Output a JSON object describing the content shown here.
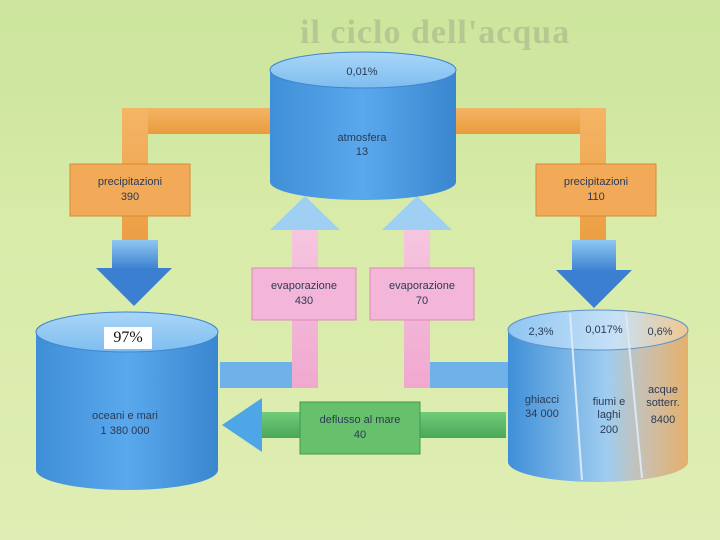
{
  "page_title": "il ciclo dell'acqua",
  "atmosphere": {
    "percent": "0,01%",
    "name": "atmosfera",
    "value": "13"
  },
  "oceans": {
    "percent": "97%",
    "name": "oceani e mari",
    "value": "1 380 000"
  },
  "land": {
    "ice": {
      "percent": "2,3%",
      "name": "ghiacci",
      "value": "34 000"
    },
    "rivers": {
      "percent": "0,017%",
      "name": "fiumi e laghi",
      "value": "200"
    },
    "groundwater": {
      "percent": "0,6%",
      "name": "acque sotterr.",
      "value": "8400"
    }
  },
  "flows": {
    "precip_ocean": {
      "name": "precipitazioni",
      "value": "390"
    },
    "precip_land": {
      "name": "precipitazioni",
      "value": "110"
    },
    "evap_ocean": {
      "name": "evaporazione",
      "value": "430"
    },
    "evap_land": {
      "name": "evaporazione",
      "value": "70"
    },
    "runoff": {
      "name": "deflusso al mare",
      "value": "40"
    }
  },
  "colors": {
    "water_blue": "#4f9fe0",
    "orange_arrow": "#f0a850",
    "pink_arrow": "#f3b6d8",
    "green_arrow": "#5fbf6a",
    "background": "#d8eba8"
  }
}
